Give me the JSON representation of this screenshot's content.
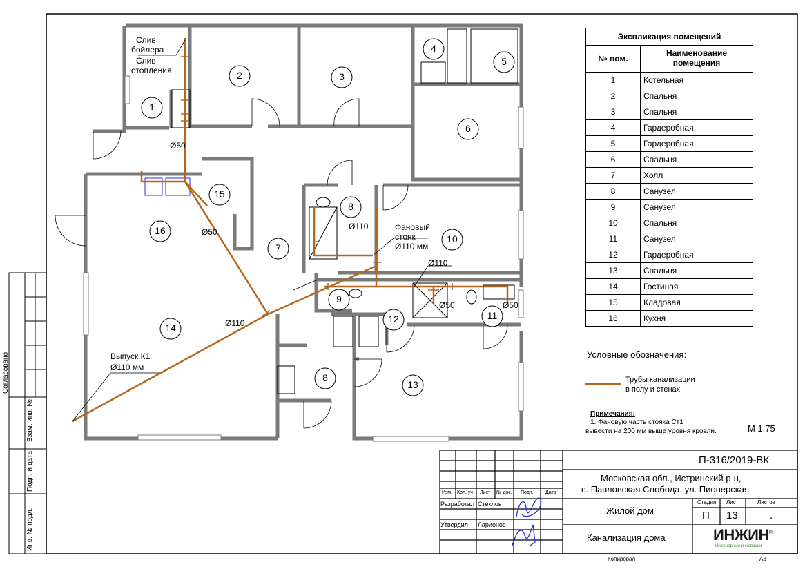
{
  "colors": {
    "pipe": "#b5651d",
    "wall": "#7a7a7a",
    "line": "#000000",
    "signature": "#2b2bd6",
    "logo": "#1b1b1b"
  },
  "plan": {
    "rooms": [
      {
        "n": "1"
      },
      {
        "n": "2"
      },
      {
        "n": "3"
      },
      {
        "n": "4"
      },
      {
        "n": "5"
      },
      {
        "n": "6"
      },
      {
        "n": "7"
      },
      {
        "n": "8"
      },
      {
        "n": "9"
      },
      {
        "n": "10"
      },
      {
        "n": "11"
      },
      {
        "n": "12"
      },
      {
        "n": "13"
      },
      {
        "n": "15"
      },
      {
        "n": "16"
      },
      {
        "n": "14"
      },
      {
        "n": "8"
      }
    ],
    "labels": {
      "drain_boiler_1": "Слив",
      "drain_boiler_2": "бойлера",
      "drain_heating_1": "Слив",
      "drain_heating_2": "отопления",
      "d50_a": "Ø50",
      "d50_b": "Ø50",
      "d50_c": "Ø50",
      "d50_d": "Ø50",
      "d110_a": "Ø110",
      "d110_b": "Ø110",
      "d110_c": "Ø110",
      "riser_1": "Фановый",
      "riser_2": "стояк",
      "riser_3": "Ø110 мм",
      "outlet_1": "Выпуск К1",
      "outlet_2": "Ø110 мм"
    }
  },
  "explication": {
    "title": "Экспликация помещений",
    "col_num": "№ пом.",
    "col_name_1": "Наименование",
    "col_name_2": "помещения",
    "rows": [
      {
        "n": "1",
        "name": "Котельная"
      },
      {
        "n": "2",
        "name": "Спальня"
      },
      {
        "n": "3",
        "name": "Спальня"
      },
      {
        "n": "4",
        "name": "Гардеробная"
      },
      {
        "n": "5",
        "name": "Гардеробная"
      },
      {
        "n": "6",
        "name": "Спальня"
      },
      {
        "n": "7",
        "name": "Холл"
      },
      {
        "n": "8",
        "name": "Санузел"
      },
      {
        "n": "9",
        "name": "Санузел"
      },
      {
        "n": "10",
        "name": "Спальня"
      },
      {
        "n": "11",
        "name": "Санузел"
      },
      {
        "n": "12",
        "name": "Гардеробная"
      },
      {
        "n": "13",
        "name": "Спальня"
      },
      {
        "n": "14",
        "name": "Гостиная"
      },
      {
        "n": "15",
        "name": "Кладовая"
      },
      {
        "n": "16",
        "name": "Кухня"
      }
    ]
  },
  "legend": {
    "title": "Условные обозначения:",
    "item_1": "Трубы канализации",
    "item_2": "в полу и стенах"
  },
  "notes": {
    "title": "Примечания:",
    "line_1": "1.   Фановую часть стояка Ст1",
    "line_2": "вывести на 200 мм выше уровня кровли."
  },
  "scale": "М 1:75",
  "side_stamp": {
    "agreed": "Согласовано",
    "replace": "Взам. инв. №",
    "sign_date": "Подп. и дата",
    "inv_orig": "Инв. № подл."
  },
  "title_block": {
    "code": "П-316/2019-ВК",
    "address_1": "Московская обл., Истринский р-н,",
    "address_2": "с. Павловская Слобода, ул. Пионерская",
    "object": "Жилой дом",
    "sheet_title": "Канализация дома",
    "col_izm": "Изм.",
    "col_kol": "Кол. уч",
    "col_list": "Лист",
    "col_ndoc": "№ док.",
    "col_podp": "Подп.",
    "col_data": "Дата",
    "developed_role": "Разработал",
    "developed_name": "Стеклов",
    "approved_role": "Утвердил",
    "approved_name": "Ларионов",
    "stage_label": "Стадия",
    "sheet_label": "Лист",
    "sheets_label": "Листов",
    "stage": "П",
    "sheet": "13",
    "sheets": ".",
    "logo": "ИНЖИН",
    "logo_reg": "®",
    "logo_sub": "Инженерные инновации",
    "copied": "Копировал",
    "format": "А3"
  }
}
